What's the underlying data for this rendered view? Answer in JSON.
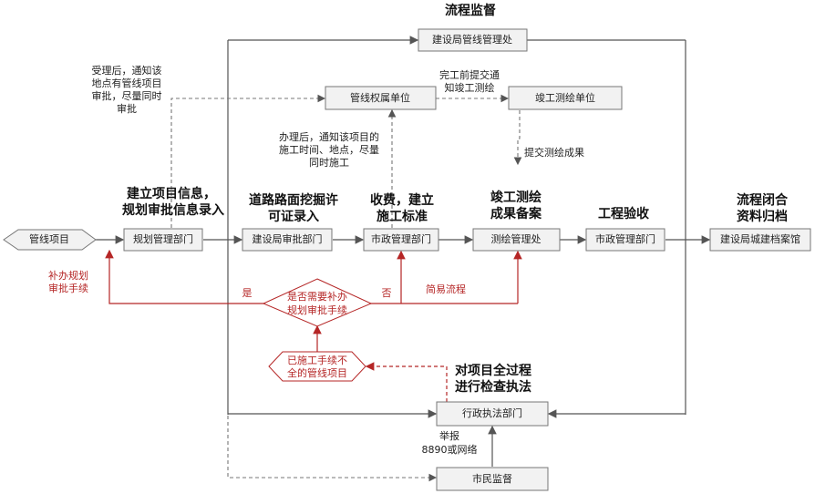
{
  "title": "流程监督",
  "nodes": {
    "pipeline_project": "管线项目",
    "planning_dept": "规划管理部门",
    "construction_approval": "建设局审批部门",
    "municipal_dept_1": "市政管理部门",
    "survey_mgmt": "测绘管理处",
    "municipal_dept_2": "市政管理部门",
    "archives": "建设局城建档案馆",
    "pipeline_mgmt_office": "建设局管线管理处",
    "pipeline_owner": "管线权属单位",
    "completion_survey": "竣工测绘单位",
    "admin_enforcement": "行政执法部门",
    "citizen_supervision": "市民监督",
    "decision": [
      "是否需要补办",
      "规划审批手续"
    ],
    "incomplete_projects": [
      "已施工手续不",
      "全的管线项目"
    ]
  },
  "stage_labels": {
    "s1": [
      "建立项目信息，",
      "规划审批信息录入"
    ],
    "s2": [
      "道路路面挖掘许",
      "可证录入"
    ],
    "s3": [
      "收费，建立",
      "施工标准"
    ],
    "s4": [
      "竣工测绘",
      "成果备案"
    ],
    "s5": [
      "工程验收"
    ],
    "s6": [
      "流程闭合",
      "资料归档"
    ],
    "s7": [
      "对项目全过程",
      "进行检查执法"
    ]
  },
  "annotations": {
    "after_accept": [
      "受理后，通知该",
      "地点有管线项目",
      "审批，尽量同时",
      "审批"
    ],
    "after_process": [
      "办理后，通知该项目的",
      "施工时间、地点，尽量",
      "同时施工"
    ],
    "notify_completion": [
      "完工前提交通",
      "知竣工测绘"
    ],
    "submit_survey": "提交测绘成果",
    "report": [
      "举报",
      "8890或网络"
    ],
    "yes": "是",
    "no": "否",
    "simple_flow": "简易流程",
    "supplement": [
      "补办规划",
      "审批手续"
    ]
  },
  "colors": {
    "accent_red": "#b52626",
    "box_fill": "#f2f2f2",
    "line": "#555555"
  }
}
